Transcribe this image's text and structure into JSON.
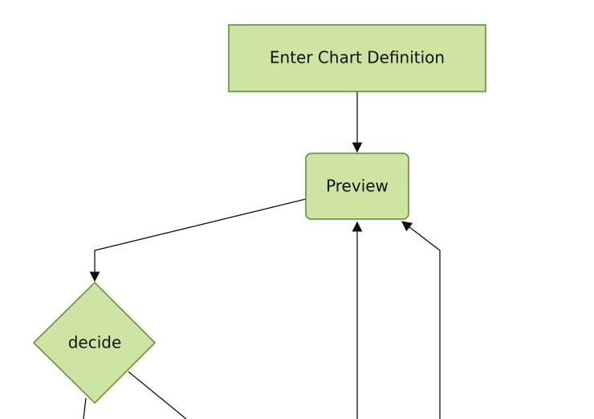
{
  "diagram": {
    "nodes": {
      "start": {
        "label": "Enter Chart Definition"
      },
      "preview": {
        "label": "Preview"
      },
      "decide": {
        "label": "decide"
      }
    },
    "colors": {
      "node_fill": "#cde4a2",
      "node_stroke": "#5b8a33",
      "edge": "#111111"
    }
  }
}
